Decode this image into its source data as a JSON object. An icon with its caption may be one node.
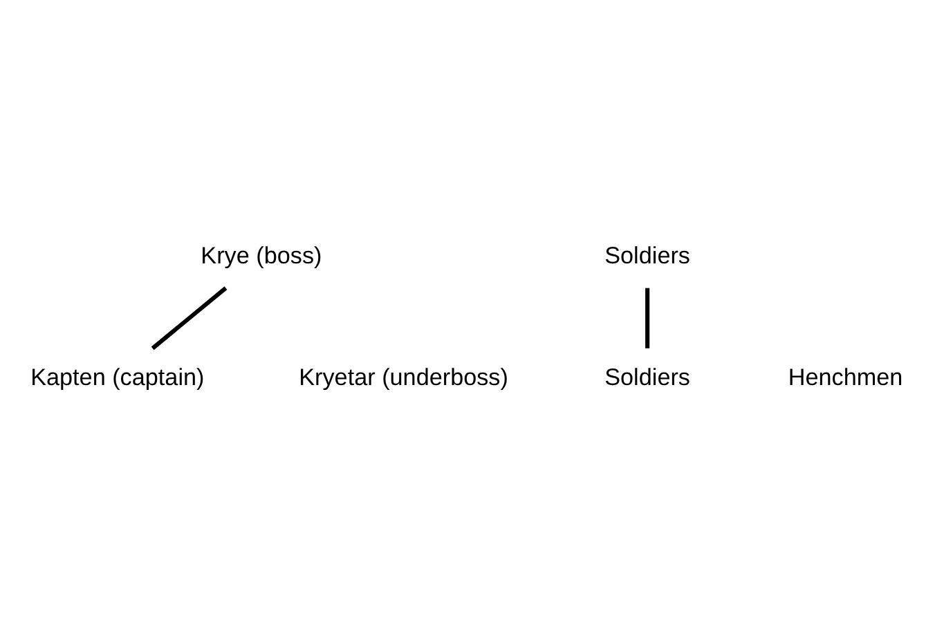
{
  "diagram": {
    "nodes": [
      {
        "text": [
          "Krye (boss)"
        ]
      },
      {
        "text": [
          "Kapten (captain)"
        ]
      },
      {
        "text": [
          "Soldiers"
        ]
      },
      {
        "text": [
          "Soldiers"
        ]
      }
    ],
    "edges": [
      {
        "from": 0,
        "to": 1,
        "arrow": "none"
      },
      {
        "from": 2,
        "to": 3,
        "arrow": "none"
      }
    ],
    "labels": [
      "Kryetar (underboss)",
      "Henchmen"
    ]
  }
}
